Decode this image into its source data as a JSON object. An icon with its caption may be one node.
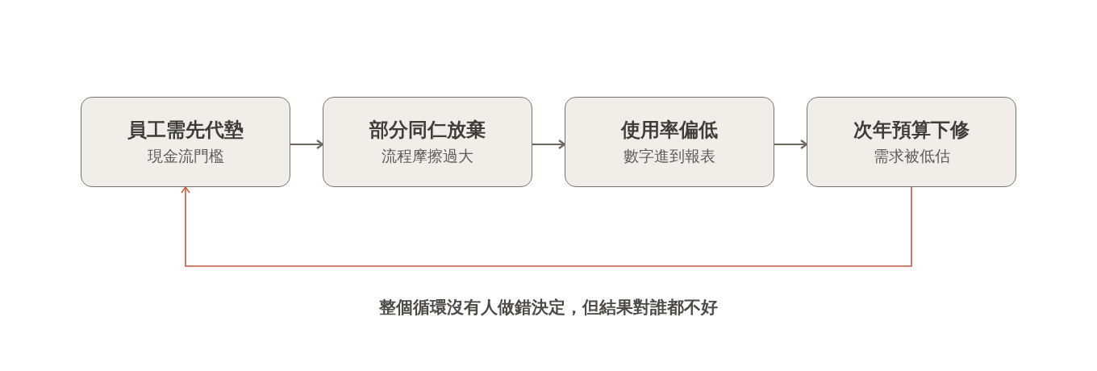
{
  "diagram": {
    "caption": "整個循環沒有人做錯決定，但結果對誰都不好",
    "nodes": [
      {
        "text": [
          "員工需先代墊",
          "現金流門檻"
        ]
      },
      {
        "text": [
          "部分同仁放棄",
          "流程摩擦過大"
        ]
      },
      {
        "text": [
          "使用率偏低",
          "數字進到報表"
        ]
      },
      {
        "text": [
          "次年預算下修",
          "需求被低估"
        ]
      }
    ],
    "edges": [
      {
        "from": 0,
        "to": 1,
        "arrow": "to"
      },
      {
        "from": 1,
        "to": 2,
        "arrow": "to"
      },
      {
        "from": 2,
        "to": 3,
        "arrow": "to"
      },
      {
        "from": 3,
        "to": 0,
        "arrow": "to",
        "color": "#c9583a"
      }
    ]
  }
}
